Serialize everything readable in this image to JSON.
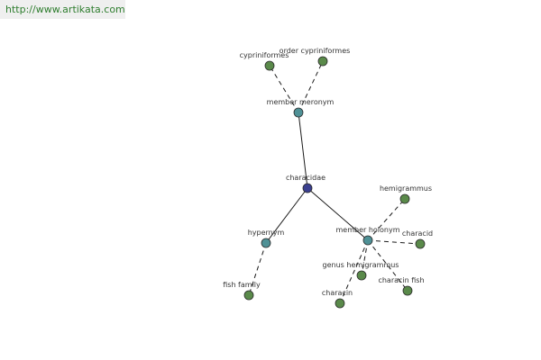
{
  "header": {
    "url": "http://www.artikata.com"
  },
  "colors": {
    "root": "#3a3f8f",
    "relation": "#4f9196",
    "term": "#5a8a4a",
    "edge": "#1a1a1a",
    "link_text": "#2e7d2e"
  },
  "graph": {
    "nodes": [
      {
        "id": "characidae",
        "label": "characidae",
        "kind": "root"
      },
      {
        "id": "member-meronym",
        "label": "member meronym",
        "kind": "relation"
      },
      {
        "id": "hypernym",
        "label": "hypernym",
        "kind": "relation"
      },
      {
        "id": "member-holonym",
        "label": "member holonym",
        "kind": "relation"
      },
      {
        "id": "cypriniformes",
        "label": "cypriniformes",
        "kind": "term"
      },
      {
        "id": "order-cypriniformes",
        "label": "order cypriniformes",
        "kind": "term"
      },
      {
        "id": "fish-family",
        "label": "fish family",
        "kind": "term"
      },
      {
        "id": "hemigrammus",
        "label": "hemigrammus",
        "kind": "term"
      },
      {
        "id": "characid",
        "label": "characid",
        "kind": "term"
      },
      {
        "id": "genus-hemigrammus",
        "label": "genus hemigrammus",
        "kind": "term"
      },
      {
        "id": "characin-fish",
        "label": "characin fish",
        "kind": "term"
      },
      {
        "id": "characin",
        "label": "characin",
        "kind": "term"
      }
    ],
    "edges": [
      {
        "from": "characidae",
        "to": "member-meronym",
        "style": "solid"
      },
      {
        "from": "characidae",
        "to": "hypernym",
        "style": "solid"
      },
      {
        "from": "characidae",
        "to": "member-holonym",
        "style": "solid"
      },
      {
        "from": "member-meronym",
        "to": "cypriniformes",
        "style": "dashed"
      },
      {
        "from": "member-meronym",
        "to": "order-cypriniformes",
        "style": "dashed"
      },
      {
        "from": "hypernym",
        "to": "fish-family",
        "style": "dashed"
      },
      {
        "from": "member-holonym",
        "to": "hemigrammus",
        "style": "dashed"
      },
      {
        "from": "member-holonym",
        "to": "characid",
        "style": "dashed"
      },
      {
        "from": "member-holonym",
        "to": "genus-hemigrammus",
        "style": "dashed"
      },
      {
        "from": "member-holonym",
        "to": "characin-fish",
        "style": "dashed"
      },
      {
        "from": "member-holonym",
        "to": "characin",
        "style": "dashed"
      }
    ]
  }
}
